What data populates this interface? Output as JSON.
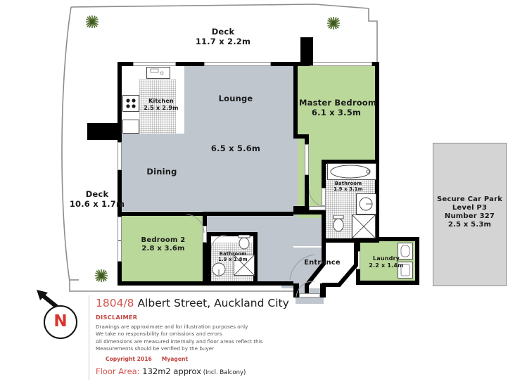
{
  "document": {
    "type": "floor-plan",
    "address_number": "1804/8",
    "address_street": " Albert Street, Auckland City",
    "disclaimer_heading": "DISCLAIMER",
    "disclaimer_lines": [
      "Drawings are approximate and for illustration purposes only",
      "We take no responsibility for omissions and errors",
      "All dimensions are measured internally and floor areas reflect this",
      "Measurements should be verified by the buyer"
    ],
    "copyright": "Copyright 2016",
    "agent": "Myagent",
    "floor_area_label": "Floor Area:",
    "floor_area_value": " 132m2 approx",
    "floor_area_note": " (Incl. Balcony)"
  },
  "compass": {
    "letter": "N",
    "arrow_name": "north-arrow"
  },
  "rooms": [
    {
      "id": "deck-top",
      "name": "Deck",
      "dims": "11.7 x 2.2m"
    },
    {
      "id": "deck-left",
      "name": "Deck",
      "dims": "10.6 x 1.7m"
    },
    {
      "id": "kitchen",
      "name": "Kitchen",
      "dims": "2.5 x 2.9m"
    },
    {
      "id": "lounge",
      "name": "Lounge",
      "dims": "6.5 x 5.6m"
    },
    {
      "id": "dining",
      "name": "Dining",
      "dims": ""
    },
    {
      "id": "master-bedroom",
      "name": "Master Bedroom",
      "dims": "6.1 x 3.5m"
    },
    {
      "id": "bathroom-main",
      "name": "Bathroom",
      "dims": "1.9 x 3.1m"
    },
    {
      "id": "bedroom-2",
      "name": "Bedroom 2",
      "dims": "2.8 x 3.6m"
    },
    {
      "id": "bathroom-2",
      "name": "Bathroom",
      "dims": "1.9 x 1.8m"
    },
    {
      "id": "laundry",
      "name": "Laundry",
      "dims": "2.2 x 1.4m"
    },
    {
      "id": "entrance",
      "name": "Entrance",
      "dims": ""
    }
  ],
  "car_park": {
    "line1": "Secure Car Park",
    "line2": "Level P3",
    "line3": "Number 327",
    "line4": "2.5 x 5.3m"
  },
  "colors": {
    "living_fill": "#bfc6ce",
    "bedroom_fill": "#bad89a",
    "car_park_fill": "#d4d4d4",
    "wall": "#000000",
    "accent_red": "#d4544f",
    "plant_green": "#4f6b2a"
  }
}
